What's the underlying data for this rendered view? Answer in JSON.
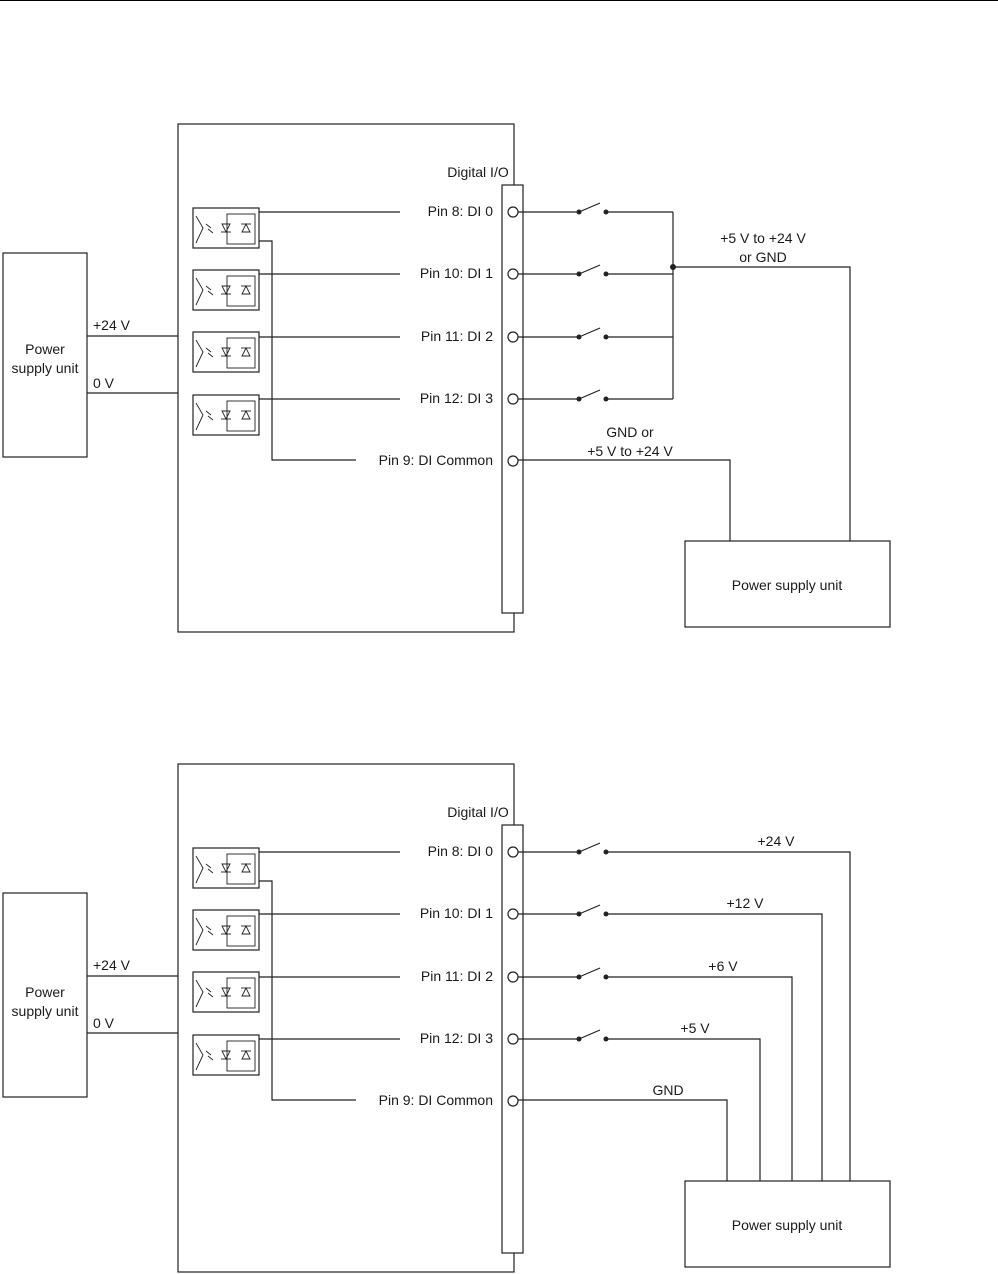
{
  "diagrams": [
    {
      "connector_label": "Digital I/O",
      "pins": [
        "Pin 8: DI 0",
        "Pin 10: DI 1",
        "Pin 11: DI 2",
        "Pin 12: DI 3",
        "Pin 9: DI Common"
      ],
      "left_psu": {
        "label_line1": "Power",
        "label_line2": "supply unit",
        "plus_label": "+24 V",
        "zero_label": "0 V"
      },
      "right_psu_label": "Power supply unit",
      "supply_label_line1": "+5 V to +24 V",
      "supply_label_line2": "or GND",
      "common_label_line1": "GND or",
      "common_label_line2": "+5 V to +24 V"
    },
    {
      "connector_label": "Digital I/O",
      "pins": [
        "Pin 8: DI 0",
        "Pin 10: DI 1",
        "Pin 11: DI 2",
        "Pin 12: DI 3",
        "Pin 9: DI Common"
      ],
      "left_psu": {
        "label_line1": "Power",
        "label_line2": "supply unit",
        "plus_label": "+24 V",
        "zero_label": "0 V"
      },
      "right_psu_label": "Power supply unit",
      "voltage_labels": [
        "+24 V",
        "+12 V",
        "+6 V",
        "+5 V",
        "GND"
      ]
    }
  ]
}
